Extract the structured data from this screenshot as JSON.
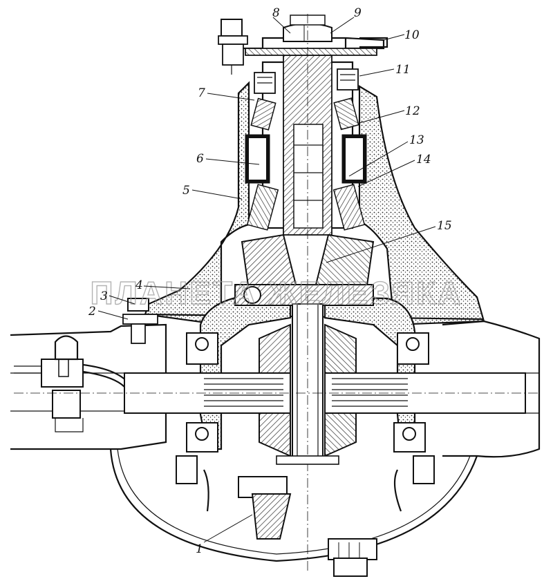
{
  "diagram": {
    "callouts": [
      {
        "id": "1",
        "label": "1"
      },
      {
        "id": "2",
        "label": "2"
      },
      {
        "id": "3",
        "label": "3"
      },
      {
        "id": "4",
        "label": "4"
      },
      {
        "id": "5",
        "label": "5"
      },
      {
        "id": "6",
        "label": "6"
      },
      {
        "id": "7",
        "label": "7"
      },
      {
        "id": "8",
        "label": "8"
      },
      {
        "id": "9",
        "label": "9"
      },
      {
        "id": "10",
        "label": "10"
      },
      {
        "id": "11",
        "label": "11"
      },
      {
        "id": "12",
        "label": "12"
      },
      {
        "id": "13",
        "label": "13"
      },
      {
        "id": "14",
        "label": "14"
      },
      {
        "id": "15",
        "label": "15"
      }
    ],
    "watermark": "ПЛАНЕТА ЖЕЛЕЗЯКА"
  },
  "colors": {
    "ink": "#111111",
    "paper": "#ffffff",
    "watermark": "#9a9a9a"
  }
}
